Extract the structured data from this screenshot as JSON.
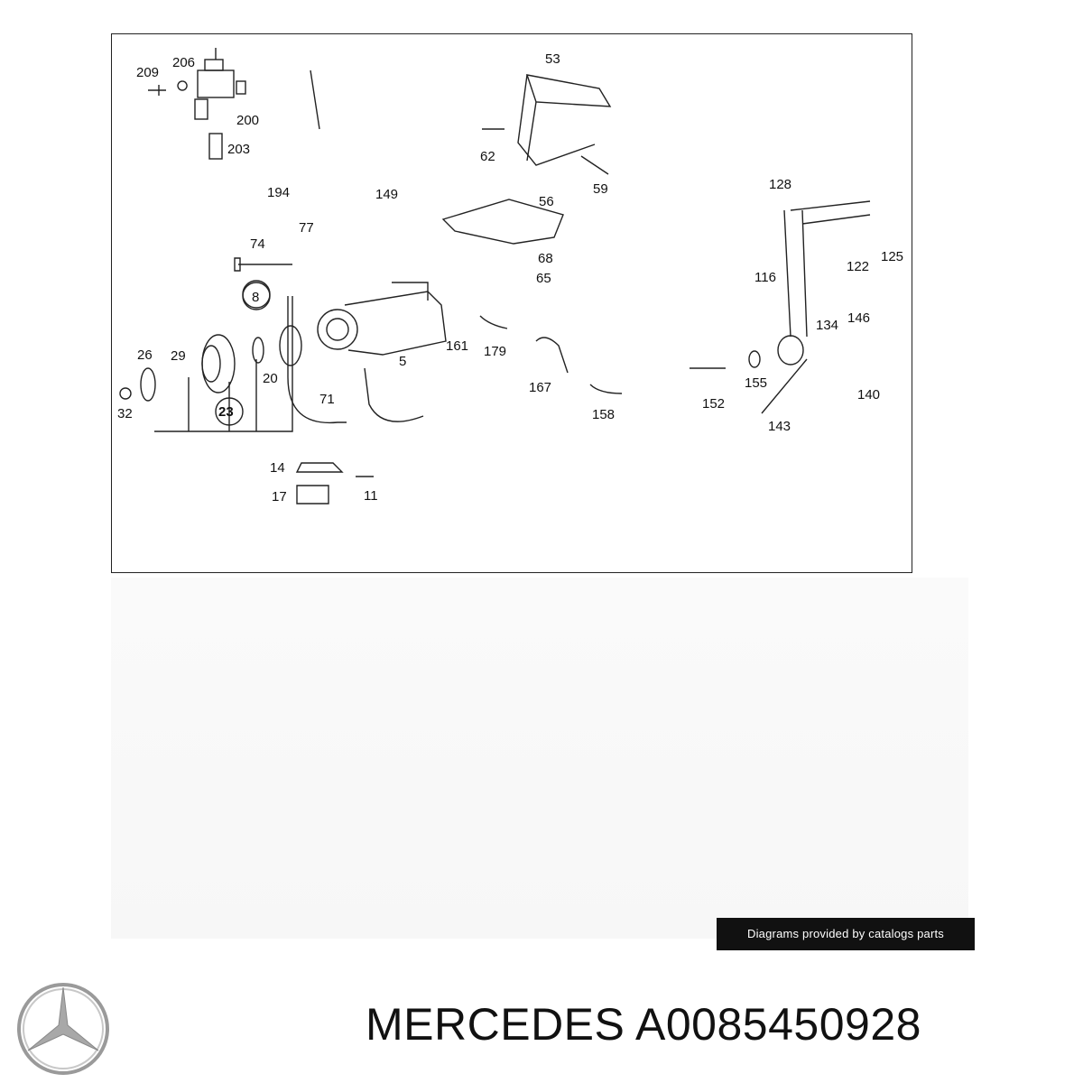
{
  "diagram": {
    "labels": [
      "209",
      "206",
      "200",
      "203",
      "53",
      "62",
      "59",
      "194",
      "149",
      "56",
      "68",
      "65",
      "74",
      "77",
      "8",
      "26",
      "29",
      "20",
      "32",
      "23",
      "5",
      "161",
      "179",
      "167",
      "158",
      "152",
      "155",
      "116",
      "128",
      "122",
      "125",
      "134",
      "146",
      "140",
      "143",
      "71",
      "14",
      "17",
      "11"
    ]
  },
  "credit": "Diagrams provided by catalogs parts",
  "footer": {
    "brand": "MERCEDES",
    "part_number": "A0085450928"
  },
  "icons": {
    "logo": "mercedes-star-logo"
  }
}
